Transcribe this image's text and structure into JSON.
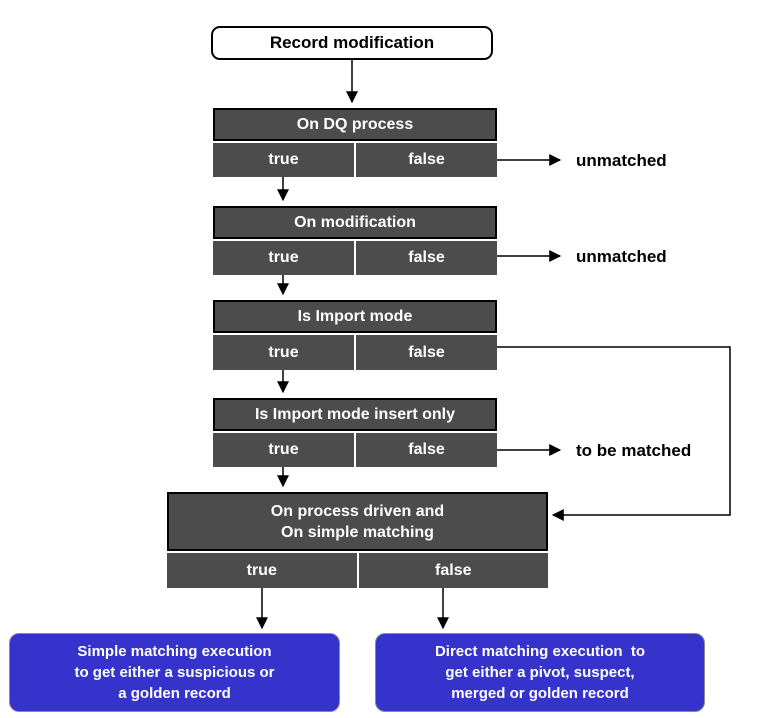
{
  "start_node": {
    "label": "Record modification"
  },
  "decision_nodes": [
    {
      "label": "On DQ process",
      "true_label": "true",
      "false_label": "false"
    },
    {
      "label": "On modification",
      "true_label": "true",
      "false_label": "false"
    },
    {
      "label": "Is Import mode",
      "true_label": "true",
      "false_label": "false"
    },
    {
      "label": "Is Import mode insert only",
      "true_label": "true",
      "false_label": "false"
    },
    {
      "label_line1": "On process driven and",
      "label_line2": "On simple matching",
      "true_label": "true",
      "false_label": "false"
    }
  ],
  "branch_labels": {
    "dq_false": "unmatched",
    "modification_false": "unmatched",
    "insert_only_false": "to be matched"
  },
  "result_nodes": [
    {
      "line1": "Simple matching execution",
      "line2": "to get either a suspicious or",
      "line3": "a golden record"
    },
    {
      "line1": "Direct matching execution  to",
      "line2": "get either a pivot, suspect,",
      "line3": "merged or golden record"
    }
  ],
  "colors": {
    "decision_fill": "#4c4c4c",
    "decision_text": "#ffffff",
    "result_fill": "#3533cc",
    "result_text": "#ffffff",
    "start_fill": "#ffffff",
    "line_color": "#000000"
  }
}
